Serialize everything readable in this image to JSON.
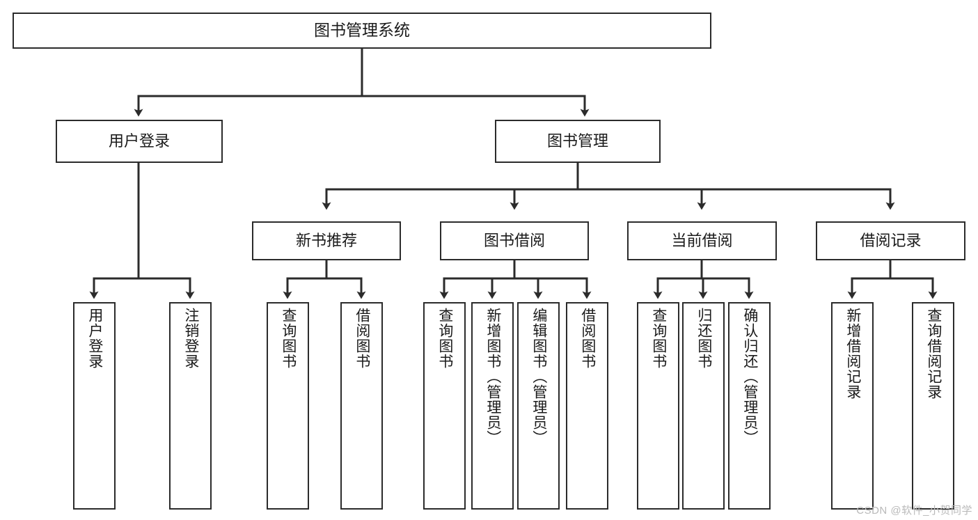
{
  "diagram": {
    "title": "图书管理系统",
    "type": "hierarchy-tree",
    "orientation": "top-down",
    "box_fill": "#ffffff",
    "box_stroke": "#2b2b2b",
    "connector_color": "#2b2b2b",
    "levels": [
      {
        "level": 1,
        "nodes": [
          {
            "id": "root",
            "label": "图书管理系统",
            "text_direction": "horizontal"
          }
        ]
      },
      {
        "level": 2,
        "nodes": [
          {
            "id": "login",
            "label": "用户登录",
            "text_direction": "horizontal",
            "parent": "root"
          },
          {
            "id": "bookmgmt",
            "label": "图书管理",
            "text_direction": "horizontal",
            "parent": "root"
          }
        ]
      },
      {
        "level": 3,
        "nodes": [
          {
            "id": "newbook",
            "label": "新书推荐",
            "text_direction": "horizontal",
            "parent": "bookmgmt"
          },
          {
            "id": "borrow",
            "label": "图书借阅",
            "text_direction": "horizontal",
            "parent": "bookmgmt"
          },
          {
            "id": "current",
            "label": "当前借阅",
            "text_direction": "horizontal",
            "parent": "bookmgmt"
          },
          {
            "id": "records",
            "label": "借阅记录",
            "text_direction": "horizontal",
            "parent": "bookmgmt"
          }
        ]
      },
      {
        "level": 4,
        "nodes": [
          {
            "id": "leaf1",
            "label": "用户登录",
            "text_direction": "vertical",
            "parent": "login"
          },
          {
            "id": "leaf2",
            "label": "注销登录",
            "text_direction": "vertical",
            "parent": "login"
          },
          {
            "id": "leaf3",
            "label": "查询图书",
            "text_direction": "vertical",
            "parent": "newbook"
          },
          {
            "id": "leaf4",
            "label": "借阅图书",
            "text_direction": "vertical",
            "parent": "newbook"
          },
          {
            "id": "leaf5",
            "label": "查询图书",
            "text_direction": "vertical",
            "parent": "borrow"
          },
          {
            "id": "leaf6",
            "label": "新增图书（管理员）",
            "text_direction": "vertical",
            "parent": "borrow"
          },
          {
            "id": "leaf7",
            "label": "编辑图书（管理员）",
            "text_direction": "vertical",
            "parent": "borrow"
          },
          {
            "id": "leaf8",
            "label": "借阅图书",
            "text_direction": "vertical",
            "parent": "borrow"
          },
          {
            "id": "leaf9",
            "label": "查询图书",
            "text_direction": "vertical",
            "parent": "current"
          },
          {
            "id": "leaf10",
            "label": "归还图书",
            "text_direction": "vertical",
            "parent": "current"
          },
          {
            "id": "leaf11",
            "label": "确认归还（管理员）",
            "text_direction": "vertical",
            "parent": "current"
          },
          {
            "id": "leaf12",
            "label": "新增借阅记录",
            "text_direction": "vertical",
            "parent": "records"
          },
          {
            "id": "leaf13",
            "label": "查询借阅记录",
            "text_direction": "vertical",
            "parent": "records"
          }
        ]
      }
    ]
  },
  "watermark": {
    "text": "CSDN @软件_小贺同学"
  }
}
